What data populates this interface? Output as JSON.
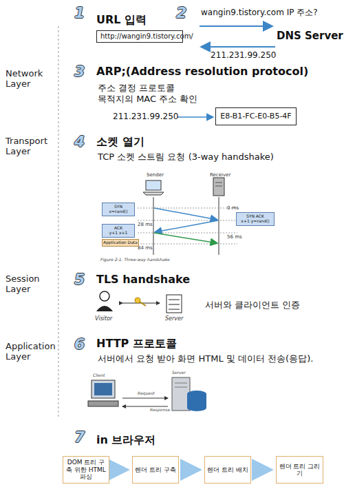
{
  "diagram": {
    "nodes": [
      {
        "text": [
          "http://wangin9.tistory.com/"
        ]
      },
      {
        "text": [
          "E8-B1-FC-E0-B5-4F"
        ]
      },
      {
        "text": [
          "SYN",
          "x=rand()"
        ]
      },
      {
        "text": [
          "SYN ACK",
          "x+1 y=rand()"
        ]
      },
      {
        "text": [
          "ACK",
          "y+1 x+1"
        ]
      },
      {
        "text": [
          "Application Data"
        ]
      },
      {
        "text": [
          "DOM 트리 구축 위한 HTML 파싱"
        ]
      },
      {
        "text": [
          "렌더 트리 구축"
        ]
      },
      {
        "text": [
          "렌더 트리 배치"
        ]
      },
      {
        "text": [
          "렌더 트리 그리기"
        ]
      }
    ],
    "edges": [
      {
        "from": 6,
        "to": 7,
        "arrow": "to"
      },
      {
        "from": 7,
        "to": 8,
        "arrow": "to"
      },
      {
        "from": 8,
        "to": 9,
        "arrow": "to"
      }
    ],
    "labels": [
      "1",
      "URL 입력",
      "2",
      "wangin9.tistory.com IP 주소?",
      "DNS Server",
      "211.231.99.250",
      "Network Layer",
      "3",
      "ARP;(Address resolution protocol)",
      "주소 결정 프로토콜",
      "목적지의 MAC 주소 확인",
      "211.231.99.250",
      "Transport Layer",
      "4",
      "소켓 열기",
      "TCP 소켓 스트림 요청 (3-way handshake)",
      "Sender",
      "Receiver",
      "0 ms",
      "28 ms",
      "56 ms",
      "84 ms",
      "Figure 2-1. Three-way handshake",
      "Session Layer",
      "5",
      "TLS handshake",
      "Visitor",
      "Server",
      "서버와 클라이언트 인증",
      "Application Layer",
      "6",
      "HTTP 프로토콜",
      "서버에서 요청 받아 화면 HTML 및 데이터 전송(응답).",
      "Client",
      "Server",
      "Request",
      "Response",
      "7",
      "in 브라우저"
    ]
  }
}
